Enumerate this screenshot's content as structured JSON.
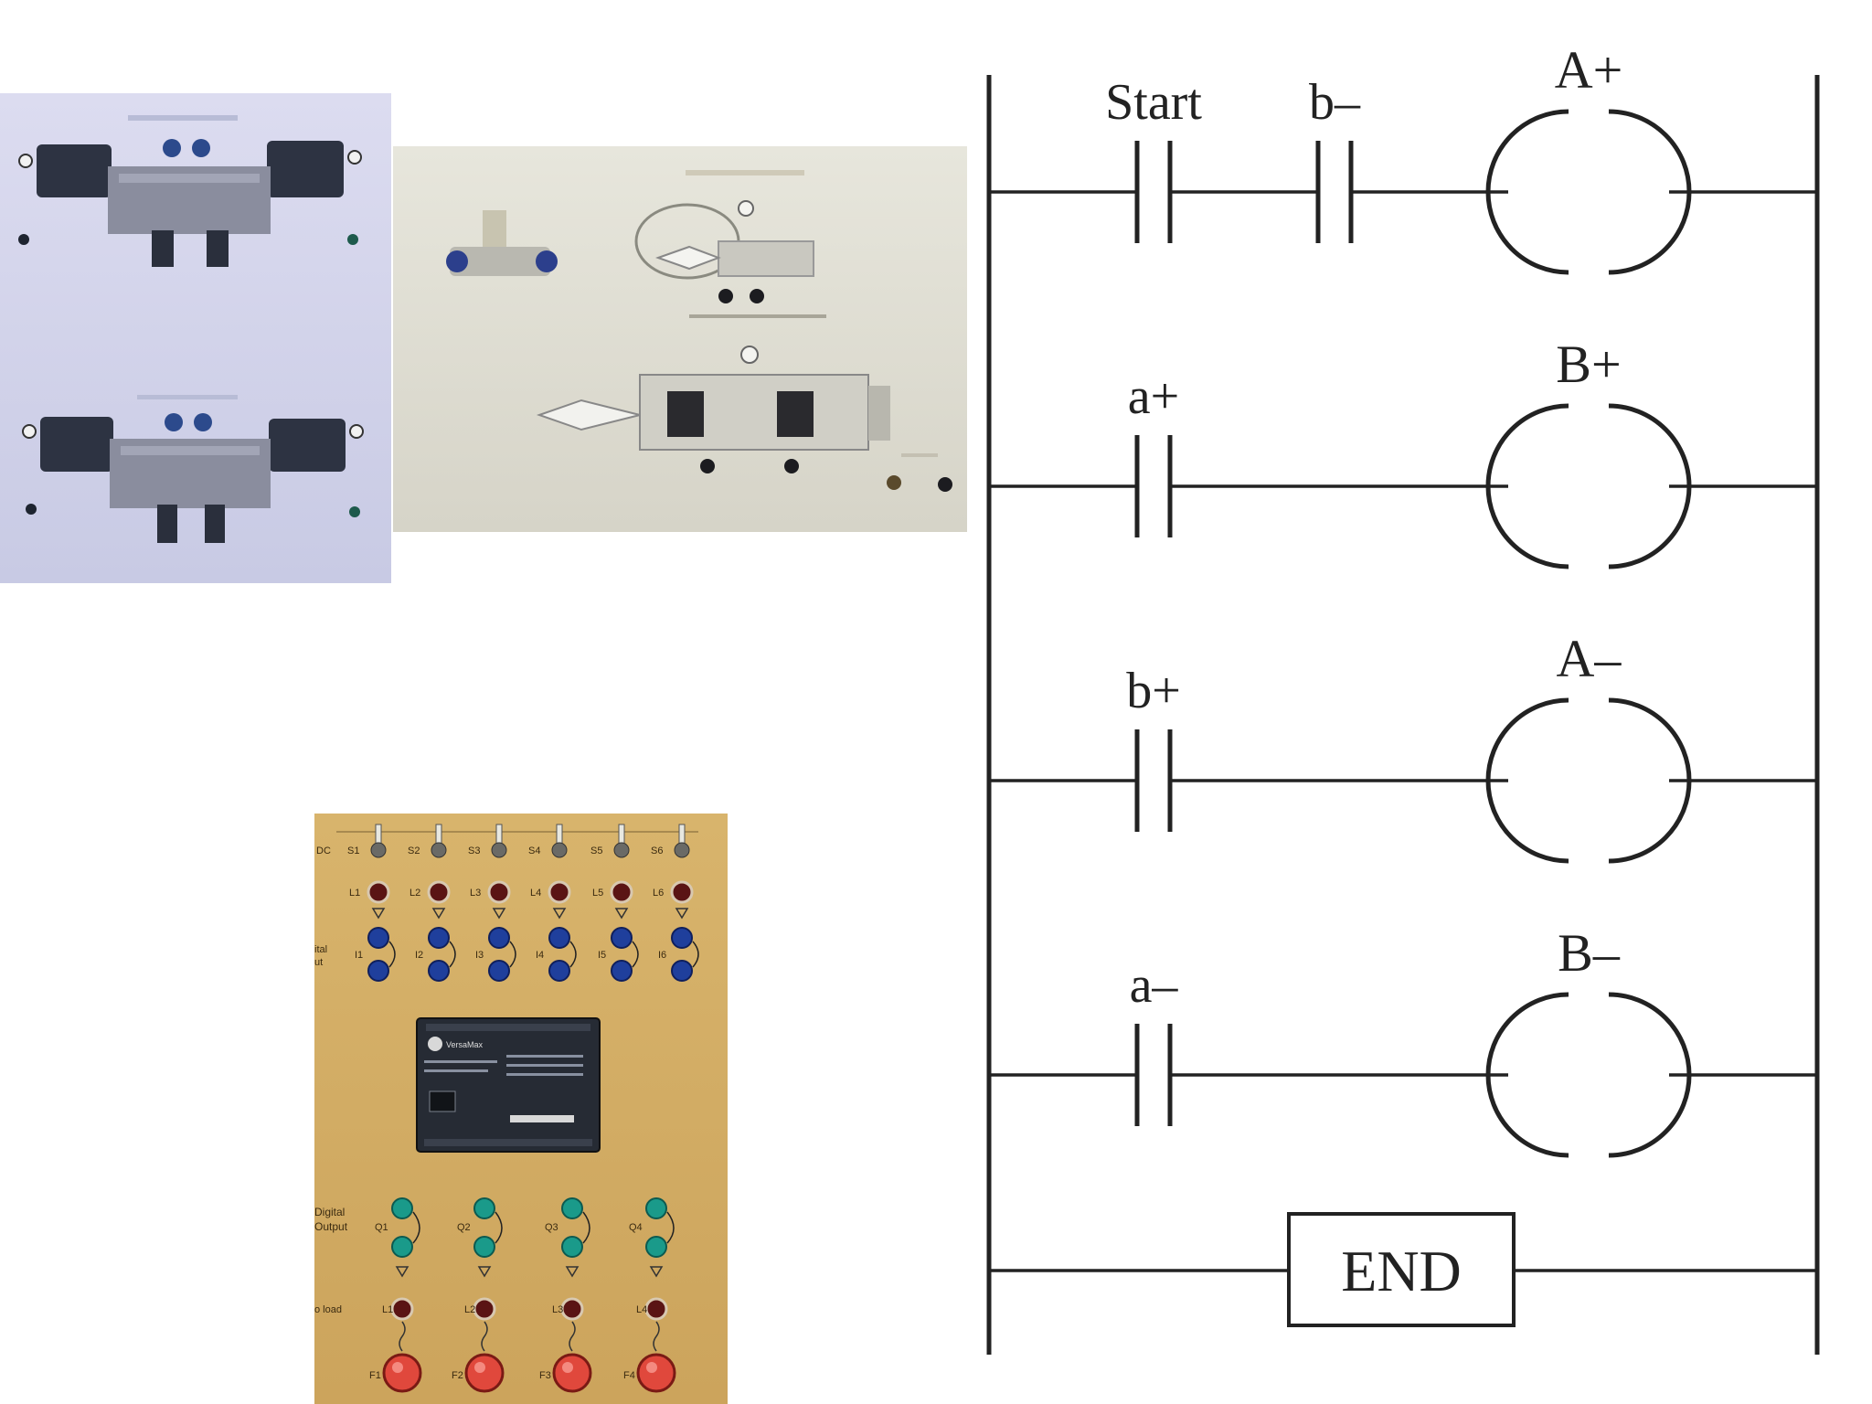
{
  "ladder": {
    "rungs": [
      {
        "contacts": [
          "Start",
          "b–"
        ],
        "coil": "A+"
      },
      {
        "contacts": [
          "a+"
        ],
        "coil": "B+"
      },
      {
        "contacts": [
          "b+"
        ],
        "coil": "A–"
      },
      {
        "contacts": [
          "a–"
        ],
        "coil": "B–"
      }
    ],
    "end_label": "END"
  },
  "plc_board": {
    "switch_labels": [
      "S1",
      "S2",
      "S3",
      "S4",
      "S5",
      "S6"
    ],
    "lamp_labels": [
      "L1",
      "L2",
      "L3",
      "L4",
      "L5",
      "L6"
    ],
    "input_labels": [
      "I1",
      "I2",
      "I3",
      "I4",
      "I5",
      "I6"
    ],
    "output_labels": [
      "Q1",
      "Q2",
      "Q3",
      "Q4"
    ],
    "output_lamp_labels": [
      "L1",
      "L2",
      "L3",
      "L4"
    ],
    "fuse_labels": [
      "F1",
      "F2",
      "F3",
      "F4"
    ],
    "text_dc": "DC",
    "text_digital_input": [
      "ital",
      "ut"
    ],
    "text_digital_output": [
      "Digital",
      "Output"
    ],
    "text_load": "o load",
    "module_brand": "VersaMax"
  }
}
